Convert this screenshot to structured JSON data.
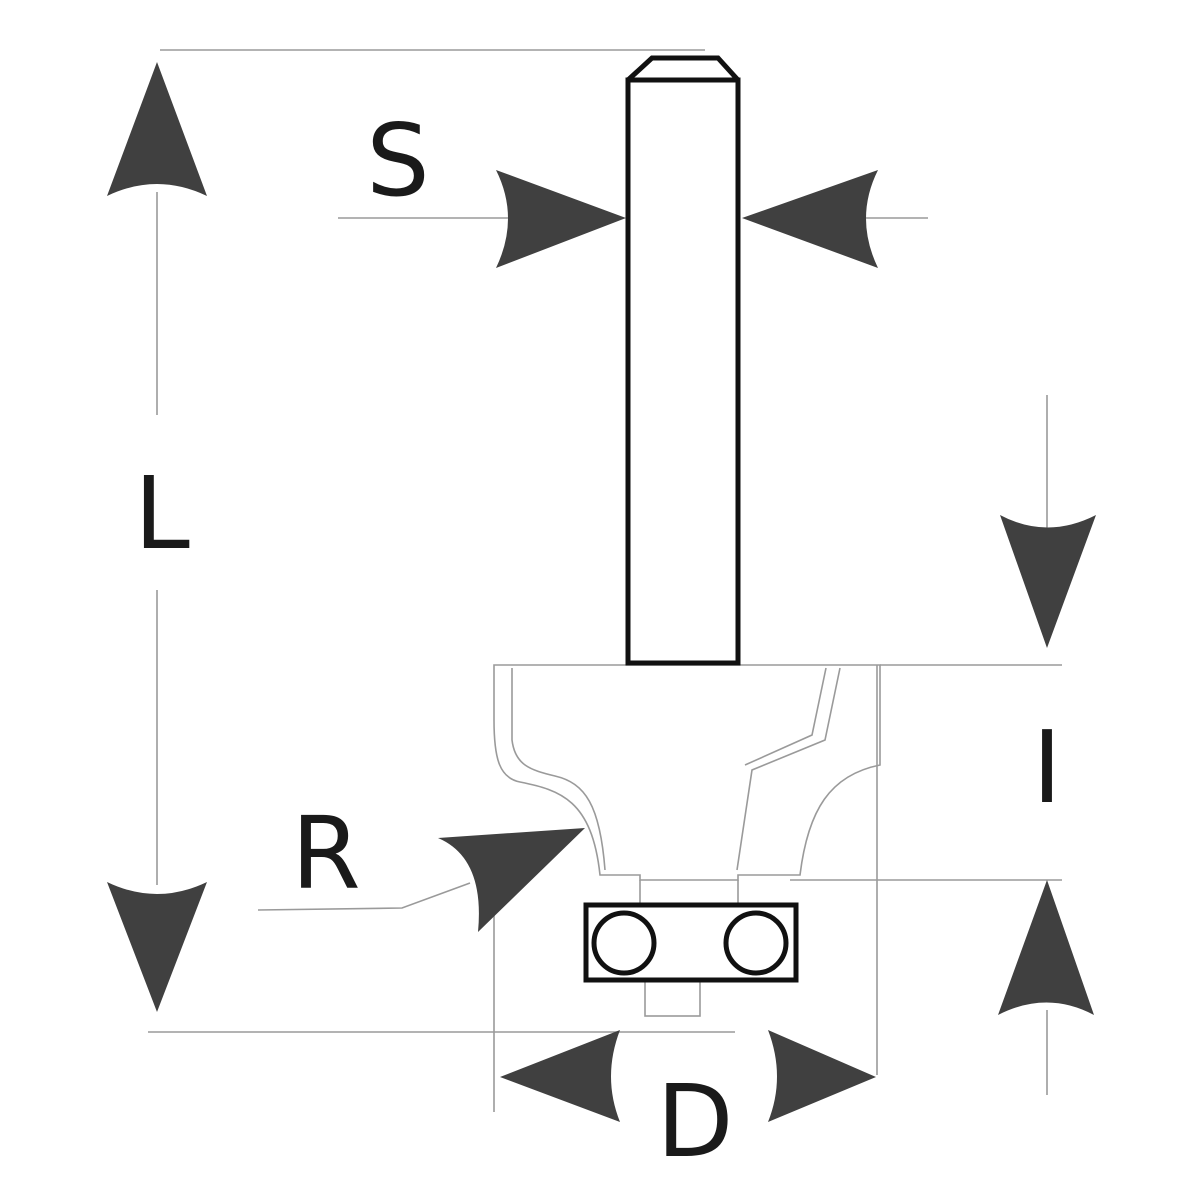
{
  "labels": {
    "shank_diameter": "S",
    "total_length": "L",
    "radius": "R",
    "cutting_length": "I",
    "cutting_diameter": "D"
  },
  "colors": {
    "arrow_fill": "#404040",
    "outline": "#111111",
    "guide_line": "#9a9a9a",
    "text": "#1a1a1a"
  }
}
